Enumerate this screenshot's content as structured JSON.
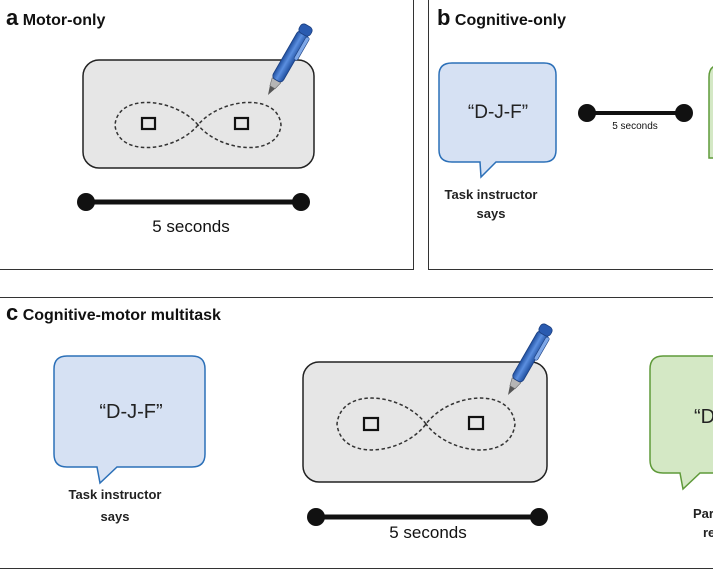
{
  "panels": {
    "a": {
      "letter": "a",
      "title": "Motor-only",
      "duration_label": "5 seconds"
    },
    "b": {
      "letter": "b",
      "title": "Cognitive-only",
      "speech": "“D-J-F”",
      "speaker_line1": "Task instructor",
      "speaker_line2": "says",
      "duration_label": "5 seconds"
    },
    "c": {
      "letter": "c",
      "title": "Cognitive-motor multitask",
      "speech": "“D-J-F”",
      "speaker_line1": "Task instructor",
      "speaker_line2": "says",
      "duration_label": "5 seconds",
      "response_speech_partial": "“D",
      "responder_line1_partial": "Par",
      "responder_line2_partial": "re"
    }
  },
  "colors": {
    "bubble_blue_fill": "#d6e1f3",
    "bubble_blue_stroke": "#2c70b8",
    "bubble_green_fill": "#d4e8c5",
    "bubble_green_stroke": "#5f9a3a",
    "card_fill": "#e6e6e6",
    "card_stroke": "#222222",
    "pen_blue": "#2e66c2"
  },
  "icons": {
    "pen": "pen-icon",
    "target": "target-square-icon",
    "infinity_path": "figure-eight-path"
  }
}
